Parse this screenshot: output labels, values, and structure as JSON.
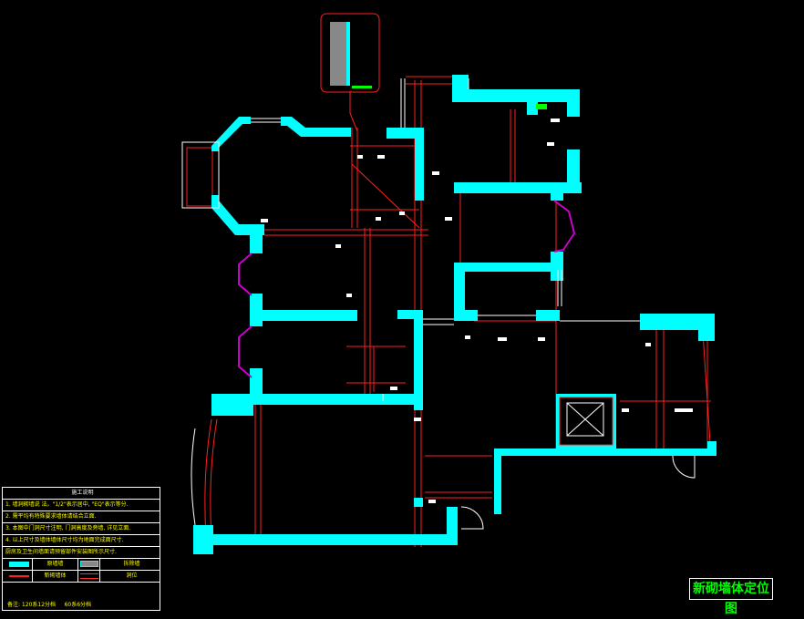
{
  "legend": {
    "title": "施工说明",
    "notes": [
      "1. 墙洞砌墙说 法。\"1/2\"表示居中, \"EQ\"表示等分.",
      "2. 需平均有特殊要求墙体请结合立面.",
      "3. 本图中门洞尺寸注明, 门洞高度及旁墙, 详见立面.",
      "4. 以上尺寸及墙体墙体尺寸均为地面完成面尺寸.",
      "厨房及卫生间墙面请预留部件安装图所示尺寸."
    ],
    "key_labels": [
      "原墙墙",
      "拆除墙",
      "新砌墙体",
      "洞位"
    ],
    "footer": [
      "备注: 120系12分档",
      "60系6分档"
    ]
  },
  "stamp": "新砌墙体定位图",
  "colors": {
    "wall": "#00ffff",
    "line": "#ff2020",
    "dim": "#ffffff",
    "window": "#cc00cc",
    "note": "#ffff00",
    "green": "#00ff00"
  }
}
